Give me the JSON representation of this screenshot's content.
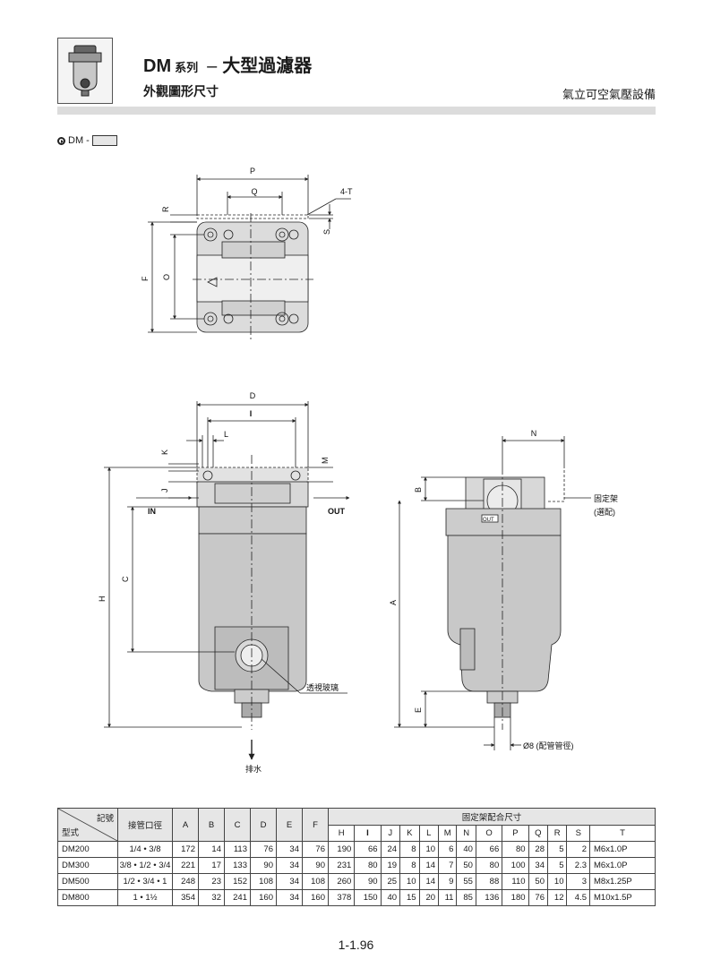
{
  "product_icon": "filter-product-icon",
  "header": {
    "series": "DM",
    "series_word": "系列",
    "dash": "–",
    "title": "大型過濾器",
    "subtitle": "外觀圖形尺寸",
    "company": "氣立可空氣壓設備"
  },
  "model_code": "DM -",
  "drawings": {
    "top_view": {
      "P": "P",
      "Q": "Q",
      "four_t": "4-T",
      "R": "R",
      "S": "S",
      "F": "F",
      "O": "O"
    },
    "front_view": {
      "D": "D",
      "I": "I",
      "L": "L",
      "K": "K",
      "J": "J",
      "M": "M",
      "C": "C",
      "H": "H",
      "in": "IN",
      "out": "OUT",
      "sight_glass": "透視玻璃",
      "drain": "排水"
    },
    "side_view": {
      "N": "N",
      "B": "B",
      "A": "A",
      "E": "E",
      "bracket": "固定架",
      "bracket_note": "(選配)",
      "out_tag": "OUT",
      "pipe_dia": "Ø8 (配管管徑)"
    }
  },
  "table": {
    "corner_top": "記號",
    "corner_bottom": "型式",
    "port": "接管口徑",
    "cols": [
      "A",
      "B",
      "C",
      "D",
      "E",
      "F"
    ],
    "group": "固定架配合尺寸",
    "sub": [
      "H",
      "I",
      "J",
      "K",
      "L",
      "M",
      "N",
      "O",
      "P",
      "Q",
      "R",
      "S",
      "T"
    ],
    "rows": [
      {
        "model": "DM200",
        "port": "1/4 • 3/8",
        "vals": [
          "172",
          "14",
          "113",
          "76",
          "34",
          "76",
          "190",
          "66",
          "24",
          "8",
          "10",
          "6",
          "40",
          "66",
          "80",
          "28",
          "5",
          "2",
          "M6x1.0P"
        ]
      },
      {
        "model": "DM300",
        "port": "3/8 • 1/2 • 3/4",
        "vals": [
          "221",
          "17",
          "133",
          "90",
          "34",
          "90",
          "231",
          "80",
          "19",
          "8",
          "14",
          "7",
          "50",
          "80",
          "100",
          "34",
          "5",
          "2.3",
          "M6x1.0P"
        ]
      },
      {
        "model": "DM500",
        "port": "1/2 • 3/4 • 1",
        "vals": [
          "248",
          "23",
          "152",
          "108",
          "34",
          "108",
          "260",
          "90",
          "25",
          "10",
          "14",
          "9",
          "55",
          "88",
          "110",
          "50",
          "10",
          "3",
          "M8x1.25P"
        ]
      },
      {
        "model": "DM800",
        "port": "1 • 1½",
        "vals": [
          "354",
          "32",
          "241",
          "160",
          "34",
          "160",
          "378",
          "150",
          "40",
          "15",
          "20",
          "11",
          "85",
          "136",
          "180",
          "76",
          "12",
          "4.5",
          "M10x1.5P"
        ]
      }
    ]
  },
  "page_number": "1-1.96"
}
